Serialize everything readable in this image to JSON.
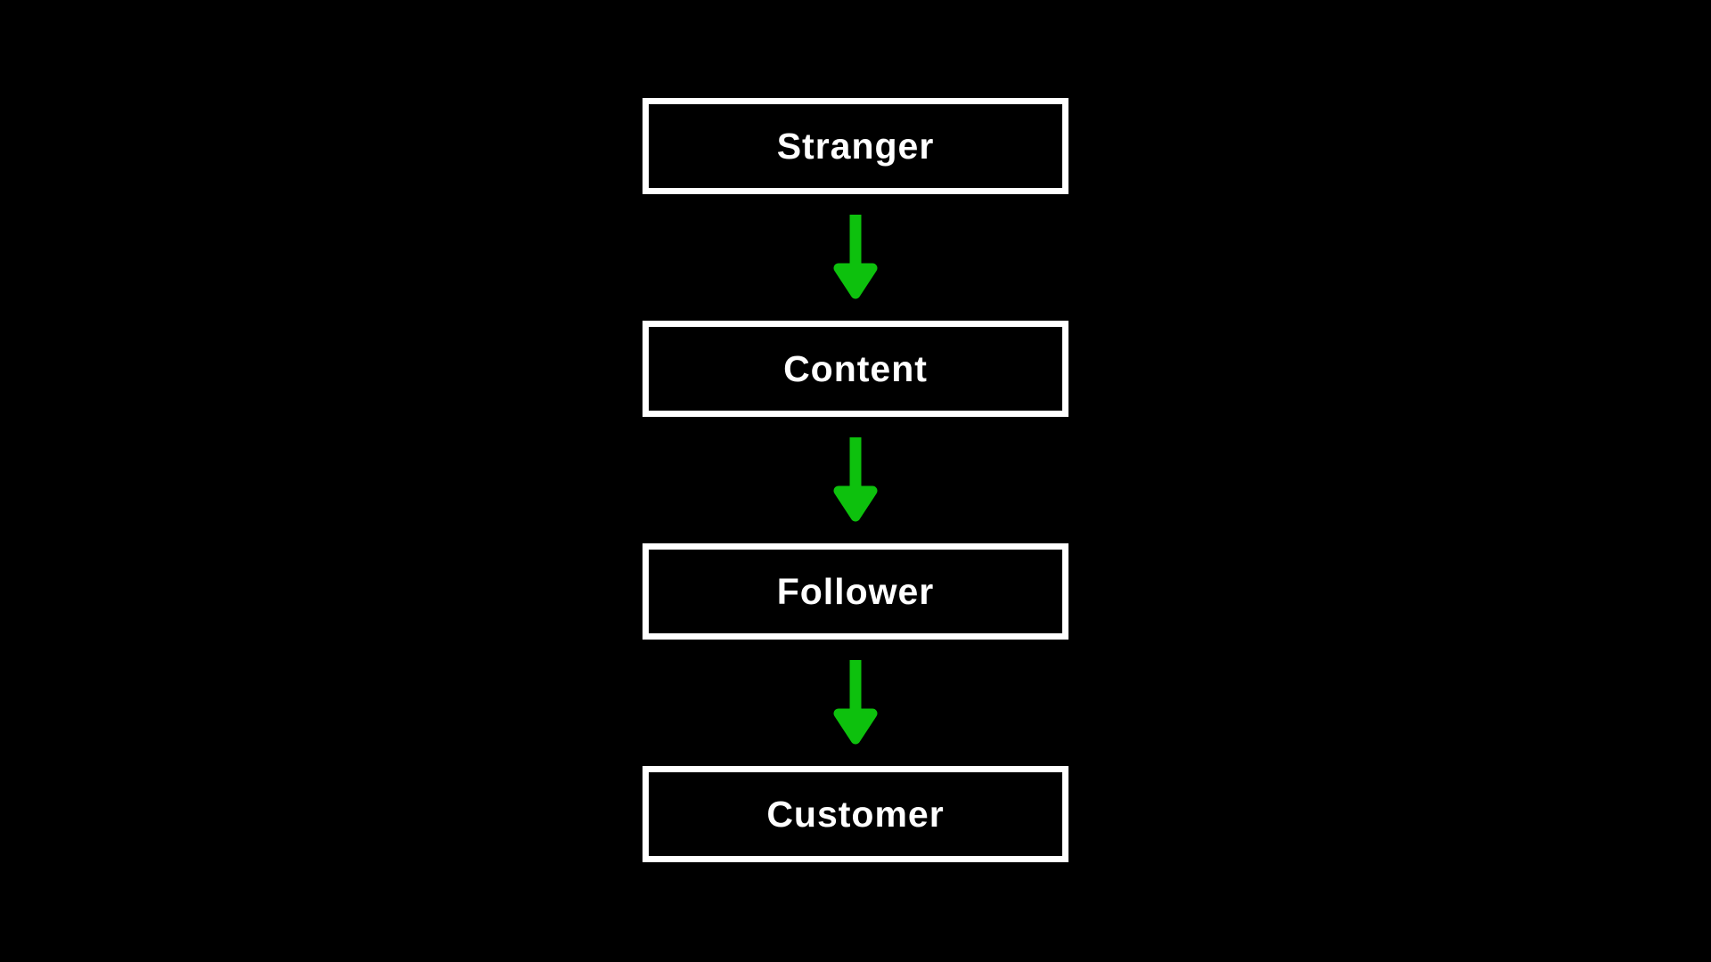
{
  "diagram": {
    "title": "audience-to-customer funnel",
    "colors": {
      "background": "#000000",
      "box-border": "#ffffff",
      "text": "#ffffff",
      "arrow": "#0dc10d"
    },
    "stages": [
      {
        "label": "Stranger"
      },
      {
        "label": "Content"
      },
      {
        "label": "Follower"
      },
      {
        "label": "Customer"
      }
    ],
    "connector": "down-arrow"
  }
}
